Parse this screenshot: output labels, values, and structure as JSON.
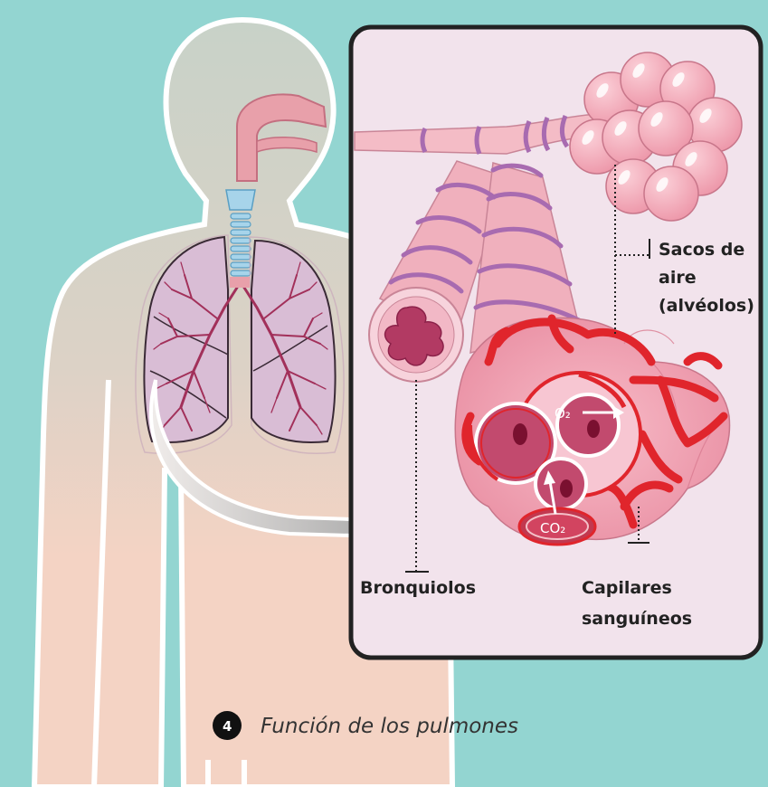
{
  "labels": {
    "air_sacs_line1": "Sacos de",
    "air_sacs_line2": "aire",
    "air_sacs_line3": "(alvéolos)",
    "bronchioles": "Bronquiolos",
    "capillaries_line1": "Capilares",
    "capillaries_line2": "sanguíneos",
    "oxygen": "O₂",
    "carbon_dioxide": "CO₂"
  },
  "caption": {
    "number": "4",
    "text": "Función de los pulmones"
  },
  "colors": {
    "background": "#93d5d1",
    "body_skin": "#f4d3c4",
    "body_head": "#c9d0c7",
    "lung": "#d9bdd5",
    "bronchi": "#a2305a",
    "airway": "#e8a0aa",
    "trachea_rings": "#a7d4ea",
    "panel_bg": "#f2e3ec",
    "alveoli": "#f0a8b6",
    "tube_rings": "#a86bb0",
    "capillary": "#e0252c",
    "arrow_gray": "#b8b8b8"
  },
  "icons": [
    "human-silhouette",
    "lungs",
    "bronchiole-tube",
    "alveoli-cluster",
    "blood-capillary",
    "gas-exchange-arrow",
    "callout-arrow"
  ]
}
